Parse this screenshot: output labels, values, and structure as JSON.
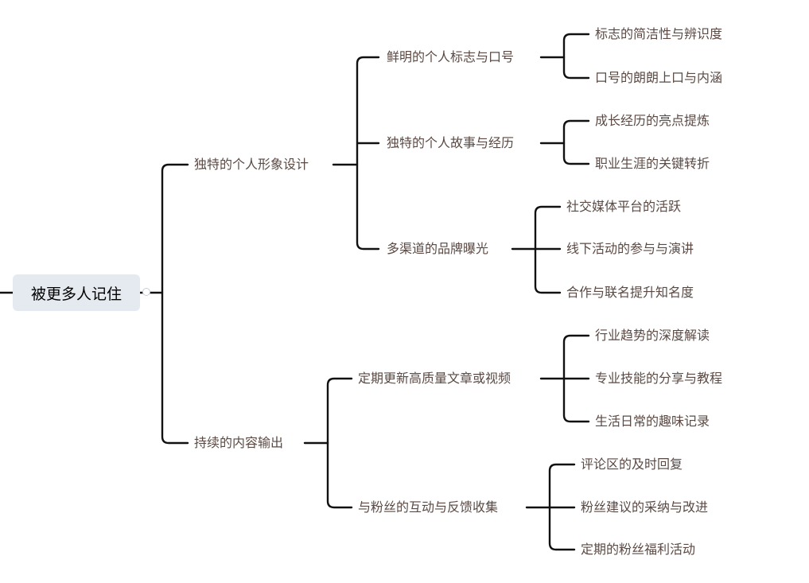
{
  "mindmap": {
    "root": "被更多人记住",
    "branches": [
      {
        "label": "独特的个人形象设计",
        "children": [
          {
            "label": "鲜明的个人标志与口号",
            "children": [
              "标志的简洁性与辨识度",
              "口号的朗朗上口与内涵"
            ]
          },
          {
            "label": "独特的个人故事与经历",
            "children": [
              "成长经历的亮点提炼",
              "职业生涯的关键转折"
            ]
          },
          {
            "label": "多渠道的品牌曝光",
            "children": [
              "社交媒体平台的活跃",
              "线下活动的参与与演讲",
              "合作与联名提升知名度"
            ]
          }
        ]
      },
      {
        "label": "持续的内容输出",
        "children": [
          {
            "label": "定期更新高质量文章或视频",
            "children": [
              "行业趋势的深度解读",
              "专业技能的分享与教程",
              "生活日常的趣味记录"
            ]
          },
          {
            "label": "与粉丝的互动与反馈收集",
            "children": [
              "评论区的及时回复",
              "粉丝建议的采纳与改进",
              "定期的粉丝福利活动"
            ]
          }
        ]
      }
    ]
  },
  "colors": {
    "line": "#111111",
    "text": "#5b4a44",
    "root_bg": "#e5eaf0"
  }
}
